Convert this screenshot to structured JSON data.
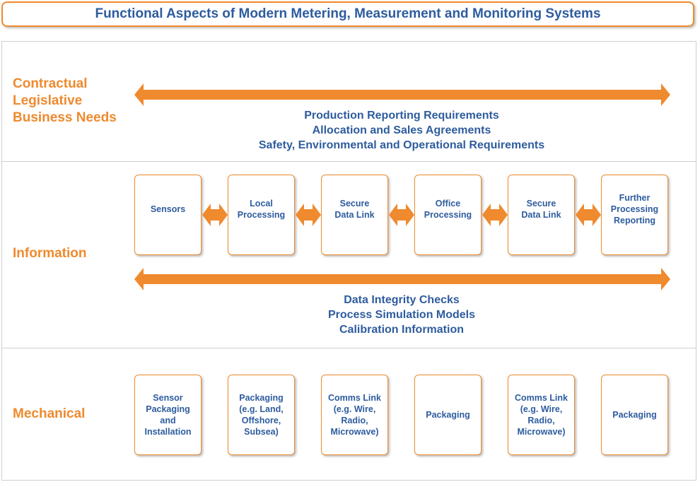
{
  "title": "Functional Aspects of Modern Metering, Measurement and Monitoring Systems",
  "colors": {
    "accent": "#ef8a2e",
    "text_blue": "#2e5c9e",
    "divider": "#cfcfcf"
  },
  "rows": {
    "contractual": {
      "label": "Contractual\nLegislative\nBusiness Needs",
      "requirements": "Production Reporting Requirements\nAllocation and Sales Agreements\nSafety, Environmental and Operational Requirements"
    },
    "information": {
      "label": "Information",
      "boxes": [
        "Sensors",
        "Local\nProcessing",
        "Secure\nData Link",
        "Office\nProcessing",
        "Secure\nData Link",
        "Further\nProcessing\nReporting"
      ],
      "checks": "Data Integrity Checks\nProcess Simulation Models\nCalibration Information"
    },
    "mechanical": {
      "label": "Mechanical",
      "boxes": [
        "Sensor\nPackaging\nand\nInstallation",
        "Packaging\n(e.g. Land,\nOffshore,\nSubsea)",
        "Comms Link\n(e.g. Wire,\nRadio,\nMicrowave)",
        "Packaging",
        "Comms Link\n(e.g. Wire,\nRadio,\nMicrowave)",
        "Packaging"
      ]
    }
  },
  "icons": {
    "long_arrow": "double-headed-arrow-icon",
    "small_arrow": "bidirectional-arrow-icon"
  }
}
